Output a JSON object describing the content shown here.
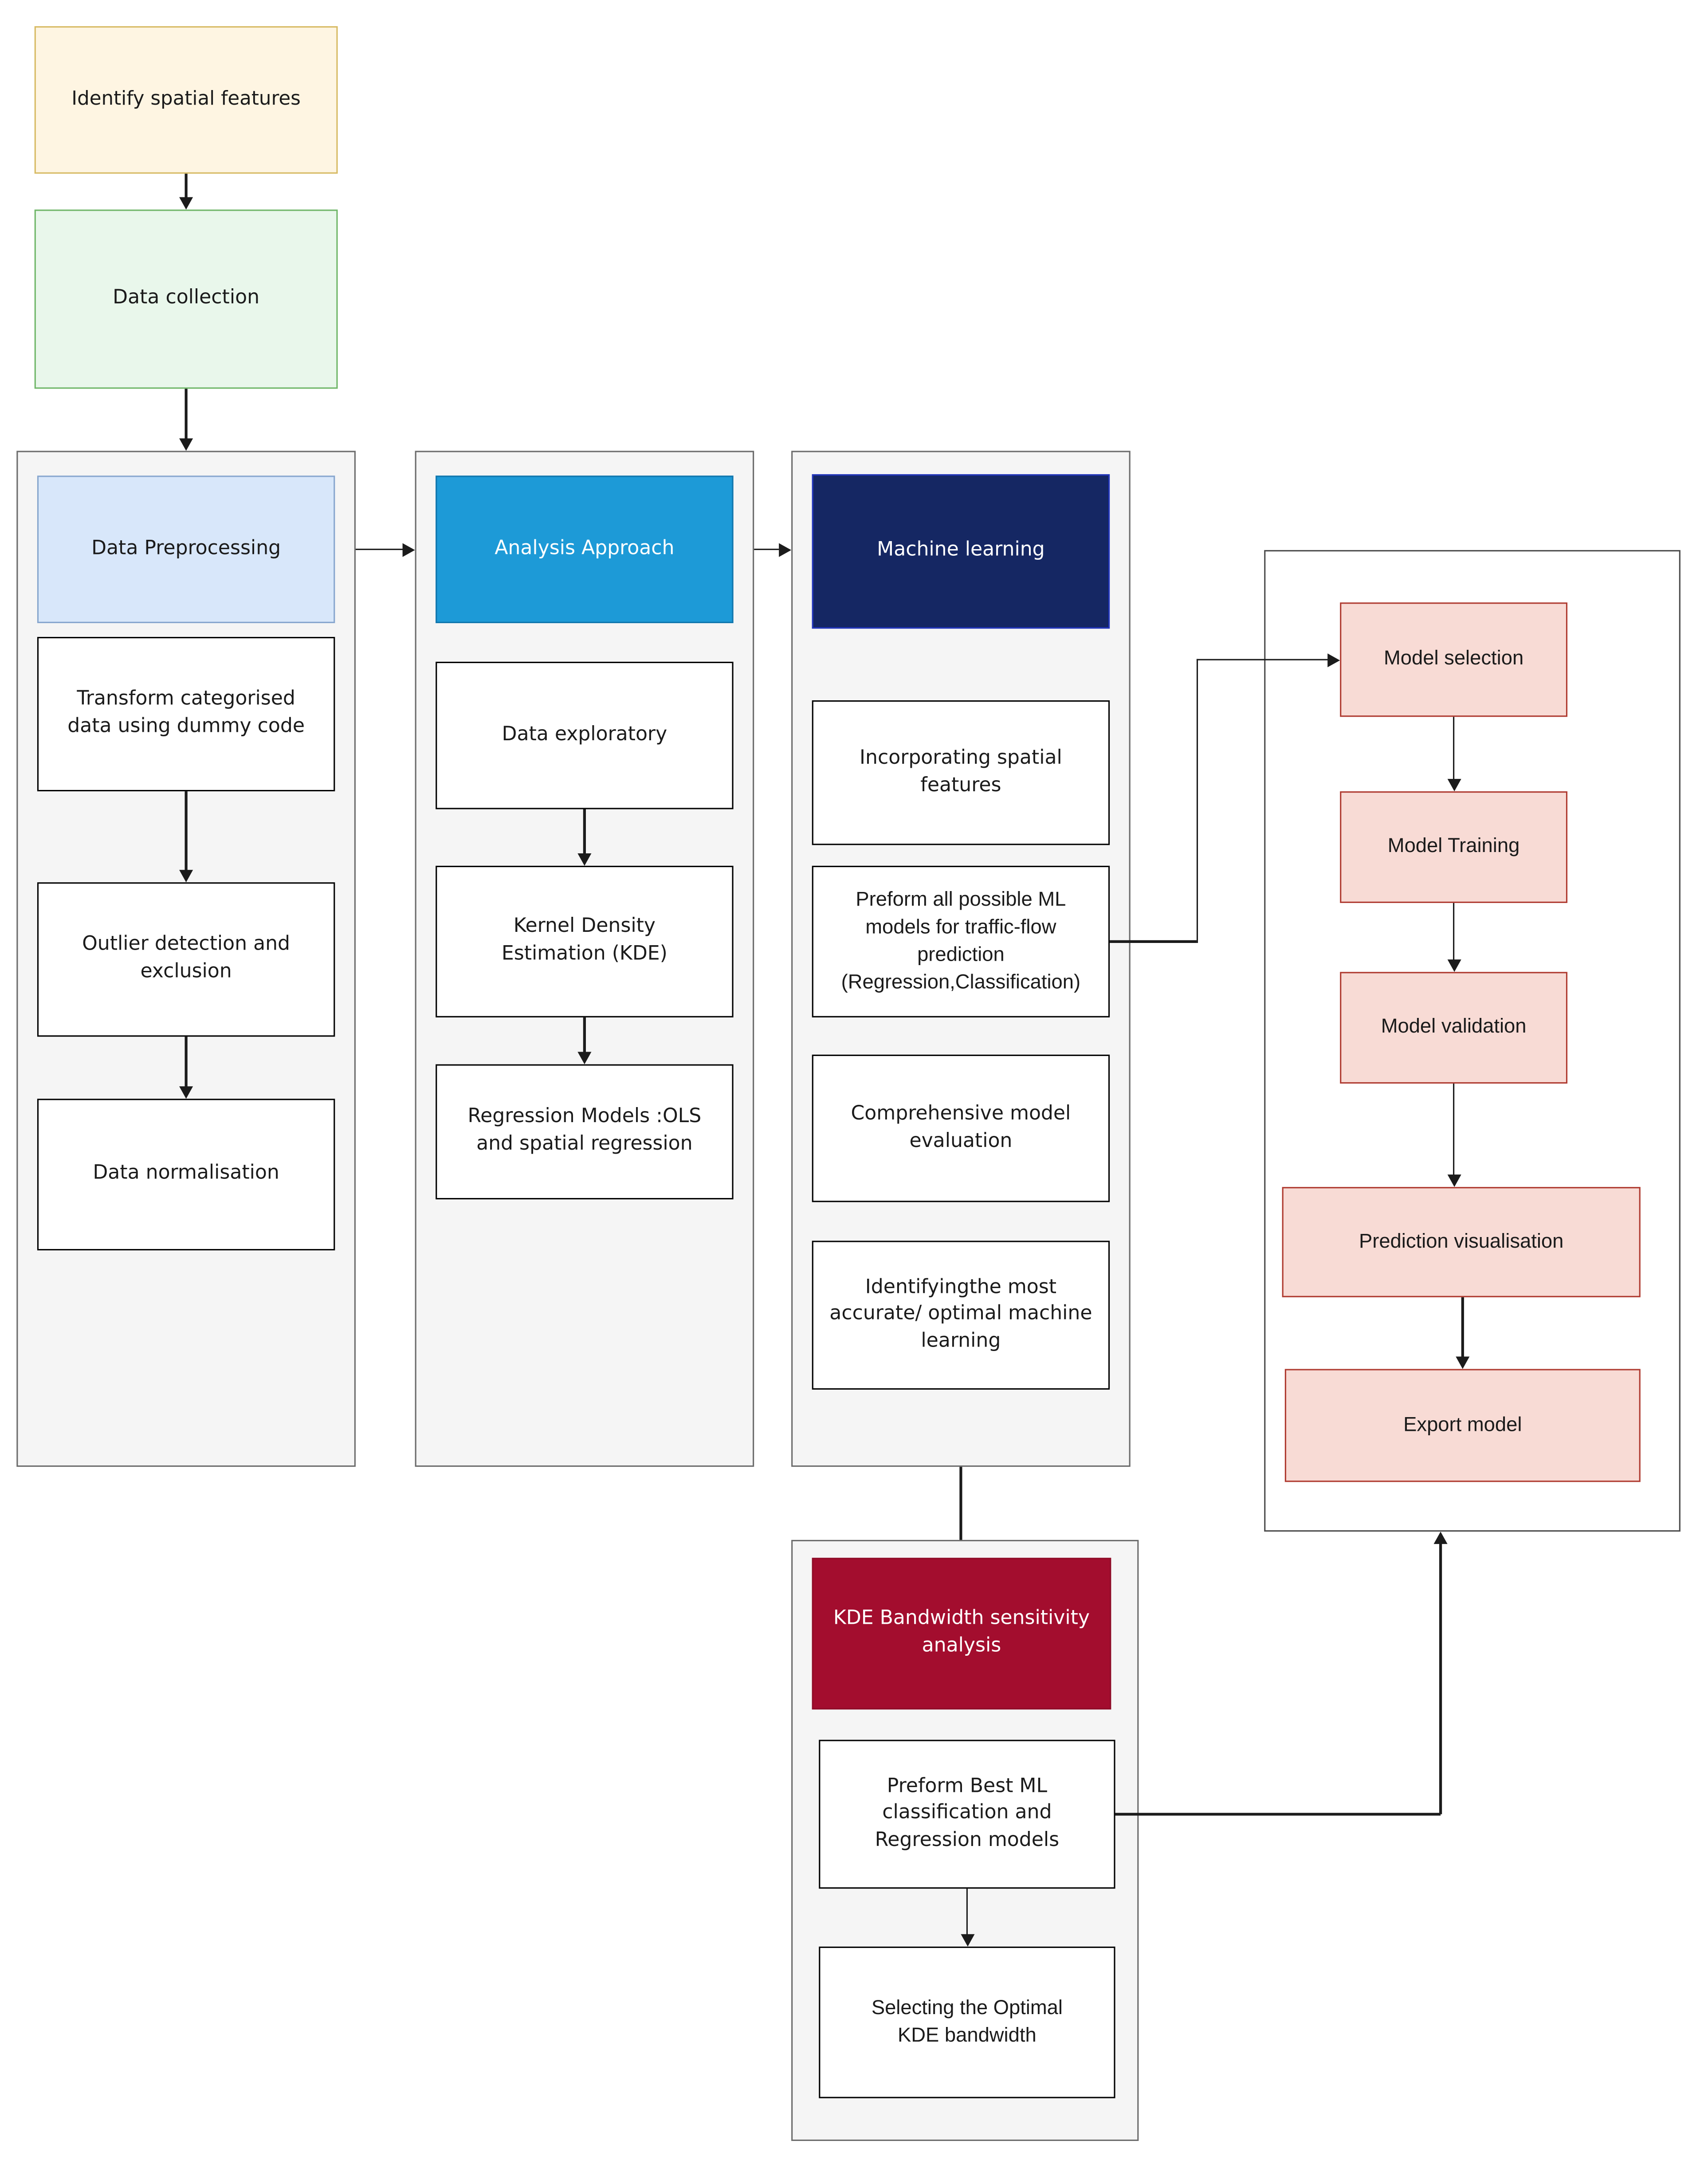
{
  "flowchart": {
    "identify": {
      "label": "Identify spatial features"
    },
    "collection": {
      "label": "Data collection"
    },
    "preprocessing": {
      "header": "Data Preprocessing",
      "steps": [
        "Transform categorised data using dummy code",
        "Outlier detection and exclusion",
        "Data normalisation"
      ]
    },
    "analysis": {
      "header": "Analysis Approach",
      "steps": [
        "Data exploratory",
        "Kernel Density Estimation  (KDE)",
        "Regression Models :OLS and spatial regression"
      ]
    },
    "machine_learning": {
      "header": "Machine learning",
      "steps": [
        "Incorporating spatial features",
        "Preform all possible ML models for traffic-flow prediction (Regression,Classification)",
        "Comprehensive model evaluation",
        "Identifyingthe most accurate/ optimal machine learning"
      ]
    },
    "kde_bandwidth": {
      "header": "KDE Bandwidth sensitivity analysis",
      "steps": [
        "Preform Best ML classification and Regression models",
        "Selecting the Optimal KDE bandwidth"
      ]
    },
    "model_pipeline": [
      "Model selection",
      "Model Training",
      "Model validation",
      "Prediction visualisation",
      "Export model"
    ],
    "colors": {
      "identify_fill": "#FEF5E2",
      "identify_border": "#D7BA63",
      "collection_fill": "#E9F7EB",
      "collection_border": "#6FB668",
      "container_fill": "#F5F5F5",
      "container_border": "#6B6B6B",
      "preprocessing_header_fill": "#D8E7FA",
      "preprocessing_header_border": "#87A6CE",
      "analysis_header_fill": "#1D9AD7",
      "analysis_header_border": "#1176AD",
      "ml_header_fill": "#152763",
      "ml_header_border": "#2236BE",
      "kde_header_fill": "#A30D2E",
      "kde_header_border": "#8F0C28",
      "pipeline_fill": "#F8DBD5",
      "pipeline_border": "#AF3B31",
      "step_fill": "#FFFFFF",
      "step_border": "#000000",
      "arrow": "#1B1B1B"
    }
  }
}
